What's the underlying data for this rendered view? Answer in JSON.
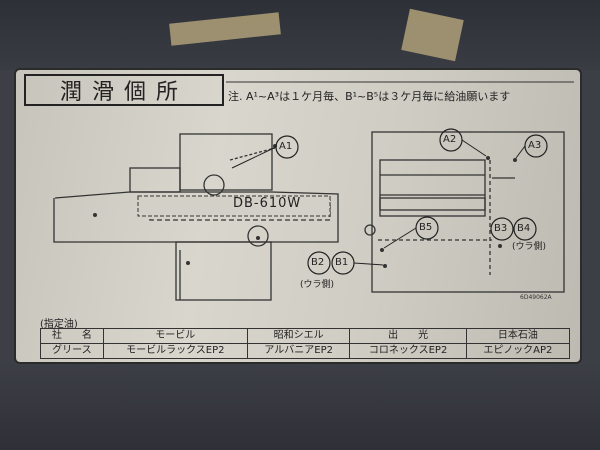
{
  "title": "潤滑個所",
  "note": "注. A¹~A³は１ケ月毎、B¹~B⁵は３ケ月毎に給油願います",
  "model_label": "DB-610W",
  "markers": {
    "a1": "A1",
    "a2": "A2",
    "a3": "A3",
    "b1": "B1",
    "b2": "B2",
    "b3": "B3",
    "b4": "B4",
    "b5": "B5"
  },
  "ura_label_b4": "(ウラ側)",
  "ura_label_b2": "(ウラ側)",
  "code": "6D49062A",
  "oil_table": {
    "caption": "(指定油)",
    "header": [
      "社　　名",
      "モービル",
      "昭和シエル",
      "出　　光",
      "日本石油"
    ],
    "row": [
      "グリース",
      "モービルラックスEP2",
      "アルバニアEP2",
      "コロネックスEP2",
      "エピノックAP2"
    ]
  }
}
